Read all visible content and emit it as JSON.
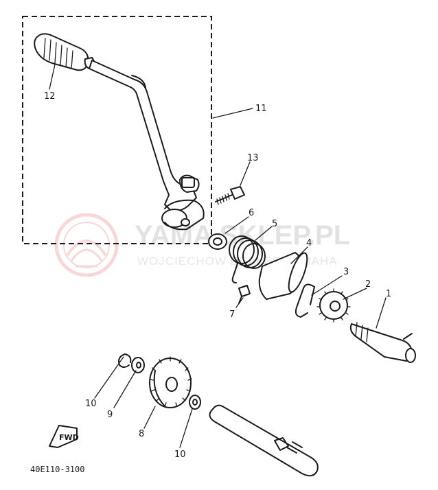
{
  "diagram": {
    "drawing_code": "40E110-3100",
    "fwd_mark": "FWD"
  },
  "watermark": {
    "title": "YAMA SKLEP.PL",
    "subtitle": "WOJCIECHOW DEALER YAMAHA"
  },
  "callouts": [
    {
      "number": "1"
    },
    {
      "number": "2"
    },
    {
      "number": "3"
    },
    {
      "number": "4"
    },
    {
      "number": "5"
    },
    {
      "number": "6"
    },
    {
      "number": "7"
    },
    {
      "number": "8"
    },
    {
      "number": "9"
    },
    {
      "number": "10"
    },
    {
      "number": "10"
    },
    {
      "number": "11"
    },
    {
      "number": "12"
    },
    {
      "number": "13"
    }
  ],
  "colors": {
    "ink": "#1a1a1a",
    "watermark_red": "#f2b8b8",
    "watermark_gray": "#e2e2e2"
  }
}
